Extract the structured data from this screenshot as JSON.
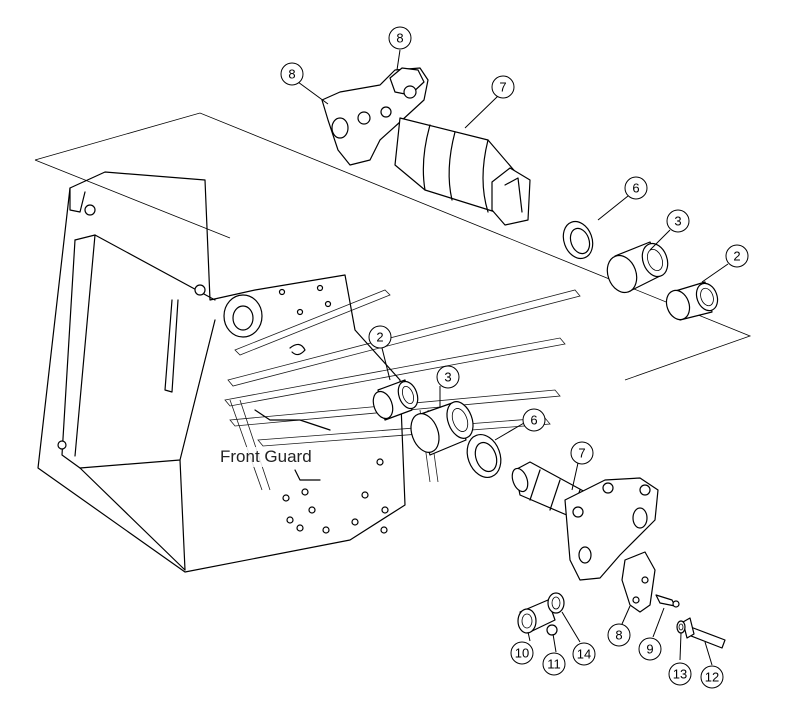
{
  "caption": "Front Guard",
  "callouts": [
    {
      "id": "c-8-top",
      "label": "8"
    },
    {
      "id": "c-8-left",
      "label": "8"
    },
    {
      "id": "c-7-top",
      "label": "7"
    },
    {
      "id": "c-6-upper",
      "label": "6"
    },
    {
      "id": "c-3-upper",
      "label": "3"
    },
    {
      "id": "c-2-upper",
      "label": "2"
    },
    {
      "id": "c-2-lower",
      "label": "2"
    },
    {
      "id": "c-3-lower",
      "label": "3"
    },
    {
      "id": "c-6-lower",
      "label": "6"
    },
    {
      "id": "c-7-lower",
      "label": "7"
    },
    {
      "id": "c-8-lower",
      "label": "8"
    },
    {
      "id": "c-9",
      "label": "9"
    },
    {
      "id": "c-10",
      "label": "10"
    },
    {
      "id": "c-11",
      "label": "11"
    },
    {
      "id": "c-12",
      "label": "12"
    },
    {
      "id": "c-13",
      "label": "13"
    },
    {
      "id": "c-14",
      "label": "14"
    }
  ]
}
